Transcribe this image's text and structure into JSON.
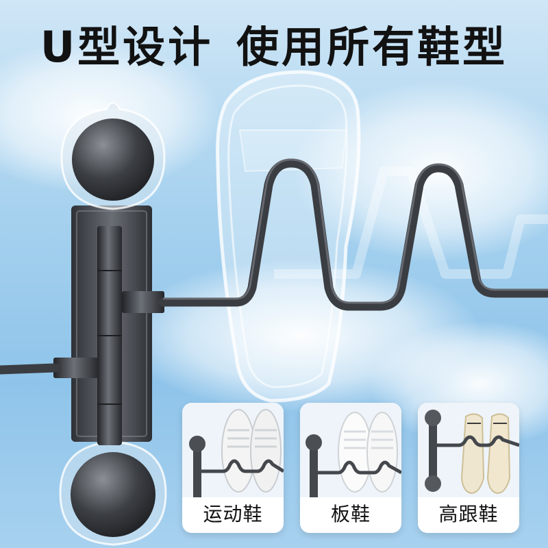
{
  "headline": {
    "part1": "U型设计",
    "part2": "使用所有鞋型"
  },
  "cards": [
    {
      "label": "运动鞋",
      "shoe": "sneaker-white"
    },
    {
      "label": "板鞋",
      "shoe": "skate-shoe-white"
    },
    {
      "label": "高跟鞋",
      "shoe": "high-heel-cream"
    }
  ],
  "colors": {
    "rack": "#3a3d42",
    "sky": "#9fcdee",
    "headline": "#121212"
  }
}
